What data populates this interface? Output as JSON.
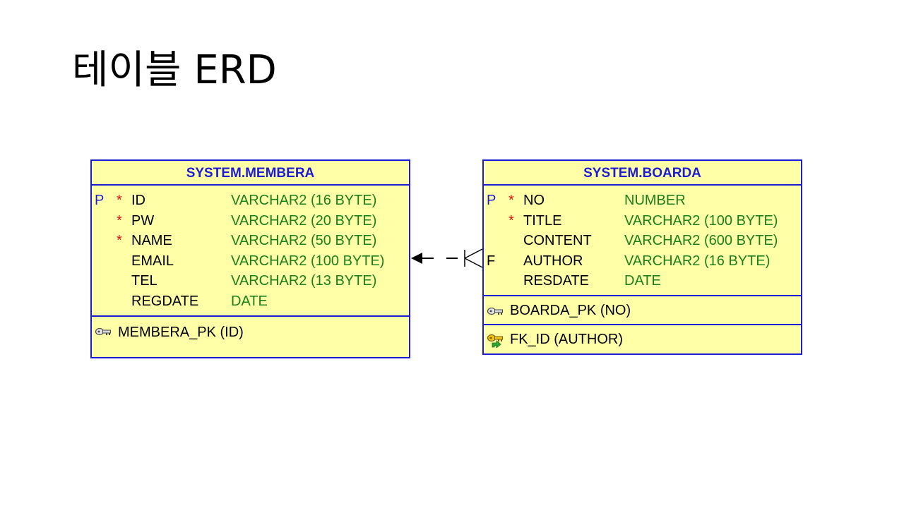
{
  "title": "테이블 ERD",
  "colors": {
    "entity_fill": "#ffffa8",
    "entity_border": "#1c1cd6",
    "entity_title": "#1c1cd6",
    "primary_key_marker": "#1c1cd6",
    "required_marker": "#e01010",
    "column_type": "#1a7f1a",
    "text": "#000000"
  },
  "entities": [
    {
      "name": "SYSTEM.MEMBERA",
      "columns": [
        {
          "key": "P",
          "required": "*",
          "name": "ID",
          "type": "VARCHAR2 (16 BYTE)"
        },
        {
          "key": "",
          "required": "*",
          "name": "PW",
          "type": "VARCHAR2 (20 BYTE)"
        },
        {
          "key": "",
          "required": "*",
          "name": "NAME",
          "type": "VARCHAR2 (50 BYTE)"
        },
        {
          "key": "",
          "required": "",
          "name": "EMAIL",
          "type": "VARCHAR2 (100 BYTE)"
        },
        {
          "key": "",
          "required": "",
          "name": "TEL",
          "type": "VARCHAR2 (13 BYTE)"
        },
        {
          "key": "",
          "required": "",
          "name": "REGDATE",
          "type": "DATE"
        }
      ],
      "primary_keys": [
        {
          "icon": "key-icon",
          "label": "MEMBERA_PK (ID)"
        }
      ],
      "foreign_keys": []
    },
    {
      "name": "SYSTEM.BOARDA",
      "columns": [
        {
          "key": "P",
          "required": "*",
          "name": "NO",
          "type": "NUMBER"
        },
        {
          "key": "",
          "required": "*",
          "name": "TITLE",
          "type": "VARCHAR2 (100 BYTE)"
        },
        {
          "key": "",
          "required": "",
          "name": "CONTENT",
          "type": "VARCHAR2 (600 BYTE)"
        },
        {
          "key": "F",
          "required": "",
          "name": "AUTHOR",
          "type": "VARCHAR2 (16 BYTE)"
        },
        {
          "key": "",
          "required": "",
          "name": "RESDATE",
          "type": "DATE"
        }
      ],
      "primary_keys": [
        {
          "icon": "key-icon",
          "label": "BOARDA_PK (NO)"
        }
      ],
      "foreign_keys": [
        {
          "icon": "foreign-key-icon",
          "label": "FK_ID (AUTHOR)"
        }
      ]
    }
  ],
  "relationship": {
    "from": "SYSTEM.BOARDA",
    "to": "SYSTEM.MEMBERA",
    "from_column": "AUTHOR",
    "cardinality": "many-to-one",
    "line_style": "dashed"
  }
}
